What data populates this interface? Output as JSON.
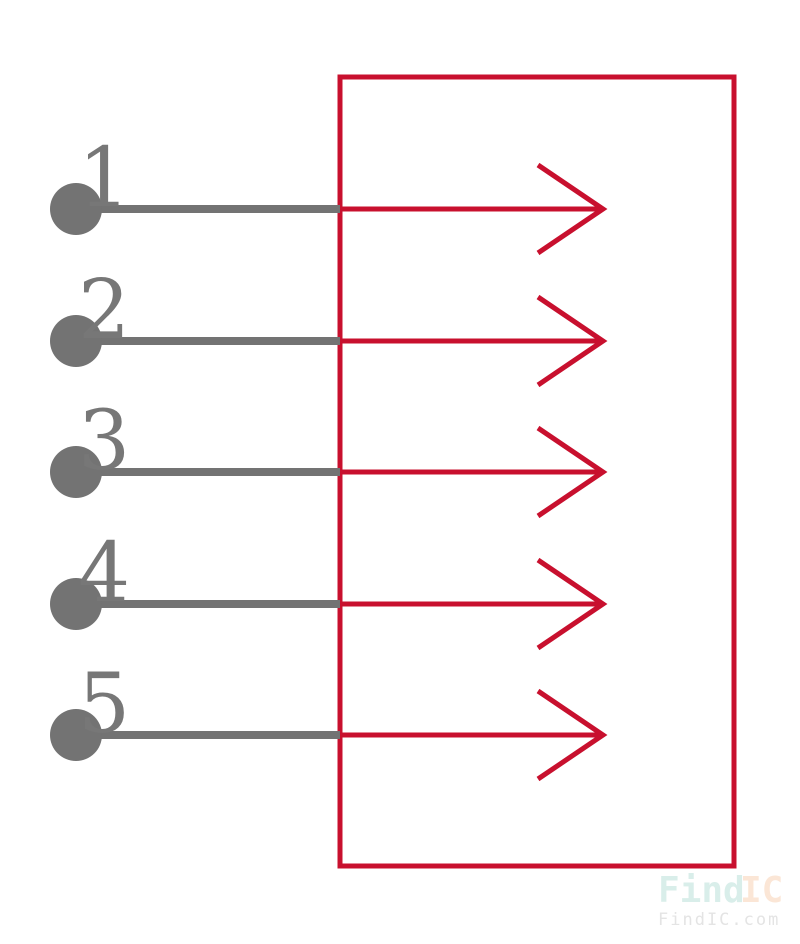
{
  "diagram": {
    "type": "connector-symbol",
    "pins": [
      {
        "number": "1"
      },
      {
        "number": "2"
      },
      {
        "number": "3"
      },
      {
        "number": "4"
      },
      {
        "number": "5"
      }
    ],
    "colors": {
      "pin": "#737373",
      "body": "#c8102e"
    }
  },
  "watermark": {
    "logo_find": "Find",
    "logo_ic": "IC",
    "url": "FindIC.com"
  }
}
